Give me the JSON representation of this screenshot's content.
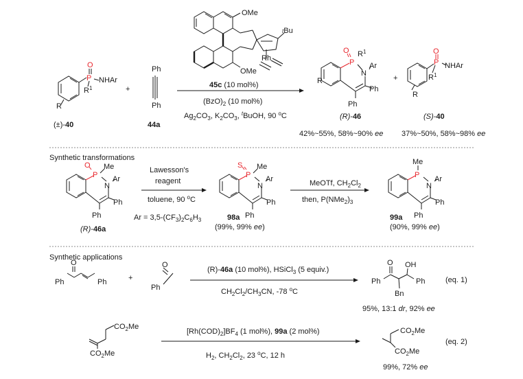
{
  "top": {
    "reactant1": {
      "atom_P": "P",
      "atom_O": "O",
      "atom_N": "NHAr",
      "R1": "R",
      "R1_sup": "1",
      "R": "R",
      "label_pre": "(±)-",
      "label_num": "40"
    },
    "plus1": "+",
    "alkyne": {
      "ph_top": "Ph",
      "ph_bottom": "Ph",
      "label": "44a"
    },
    "catalyst": {
      "ome_top": "OMe",
      "ome_bottom": "OMe",
      "tbu_pre": "t",
      "tbu": "Bu",
      "rh": "Rh"
    },
    "conditions": {
      "cat_label": "45c",
      "cat_loading": " (10 mol%)",
      "oxidant": "(BzO)",
      "oxidant_sub": "2",
      "oxidant_loading": " (10 mol%)",
      "line3_a": "Ag",
      "line3_a_sub": "2",
      "line3_b": "CO",
      "line3_b_sub": "3",
      "line3_c": ", K",
      "line3_c_sub": "2",
      "line3_d": "CO",
      "line3_d_sub": "3",
      "line3_e": ", ",
      "line3_t": "t",
      "line3_f": "BuOH, 90 ",
      "line3_deg": "o",
      "line3_g": "C"
    },
    "product1": {
      "atom_P": "P",
      "atom_O": "O",
      "atom_N": "N",
      "ar": "Ar",
      "R1": "R",
      "R1_sup": "1",
      "R": "R",
      "ph1": "Ph",
      "ph2": "Ph",
      "label_pre": "(R)-",
      "label_num": "46"
    },
    "plus2": "+",
    "product2": {
      "atom_P": "P",
      "atom_O": "O",
      "atom_N": "NHAr",
      "R1": "R",
      "R1_sup": "1",
      "R": "R",
      "label_pre": "(S)-",
      "label_num": "40"
    },
    "yield1": "42%~55%, 58%~90% ",
    "ee1": "ee",
    "yield2": "37%~50%, 58%~98% ",
    "ee2": "ee"
  },
  "transformations": {
    "heading": "Synthetic transformations",
    "sm": {
      "atom_P": "P",
      "atom_O": "O",
      "atom_N": "N",
      "me": "Me",
      "ar": "Ar",
      "ph": "Ph",
      "ph2": "Ph",
      "label_pre": "(R)-",
      "label_num": "46a"
    },
    "ar_def": "Ar = 3,5-(CF",
    "ar_def_sub1": "3",
    "ar_def_mid": ")",
    "ar_def_sub2": "2",
    "ar_def_end": "C",
    "ar_def_sub3": "6",
    "ar_def_tail": "H",
    "ar_def_sub4": "3",
    "step1_line1": "Lawesson's",
    "step1_line2": "reagent",
    "step1_line3": "toluene, 90 ",
    "step1_deg": "o",
    "step1_c": "C",
    "int": {
      "atom_P": "P",
      "atom_S": "S",
      "atom_N": "N",
      "me": "Me",
      "ar": "Ar",
      "ph": "Ph",
      "ph2": "Ph",
      "label": "98a",
      "yield": "(99%, 99% ",
      "ee": "ee",
      "close": ")"
    },
    "step2_line1": "MeOTf, CH",
    "step2_sub1": "2",
    "step2_mid": "Cl",
    "step2_sub2": "2",
    "step2_line2": "then, P(NMe",
    "step2_sub3": "2",
    "step2_end": ")",
    "step2_sub4": "3",
    "prod": {
      "atom_P": "P",
      "atom_N": "N",
      "me": "Me",
      "ar": "Ar",
      "ph": "Ph",
      "ph2": "Ph",
      "label": "99a",
      "yield": "(90%, 99% ",
      "ee": "ee",
      "close": ")"
    }
  },
  "applications": {
    "heading": "Synthetic applications",
    "eq1": {
      "chalcone": {
        "o": "O",
        "ph_left": "Ph",
        "ph_right": "Ph"
      },
      "plus": "+",
      "aldehyde": {
        "o": "O",
        "ph": "Ph"
      },
      "cond_line1_pre": "(R)-",
      "cond_line1_bold": "46a",
      "cond_line1_rest": " (10 mol%), HSiCl",
      "cond_line1_sub": "3",
      "cond_line1_end": " (5 equiv.)",
      "cond_line2_a": "CH",
      "cond_line2_s1": "2",
      "cond_line2_b": "Cl",
      "cond_line2_s2": "2",
      "cond_line2_c": "/CH",
      "cond_line2_s3": "3",
      "cond_line2_d": "CN, -78 ",
      "cond_line2_deg": "o",
      "cond_line2_e": "C",
      "product": {
        "o": "O",
        "oh": "OH",
        "ph_left": "Ph",
        "ph_right": "Ph",
        "bn": "Bn"
      },
      "tag": "(eq. 1)",
      "yield": "95%, 13:1 ",
      "dr": "dr",
      "yield_mid": ", 92% ",
      "ee": "ee"
    },
    "eq2": {
      "sm": {
        "co2me_top": "CO",
        "co2me_top_sub": "2",
        "co2me_top_end": "Me",
        "co2me_bot": "CO",
        "co2me_bot_sub": "2",
        "co2me_bot_end": "Me"
      },
      "cond_line1_a": "[Rh(COD)",
      "cond_line1_s1": "2",
      "cond_line1_b": "]BF",
      "cond_line1_s2": "4",
      "cond_line1_c": " (1 mol%), ",
      "cond_line1_bold": "99a",
      "cond_line1_d": " (2 mol%)",
      "cond_line2_a": "H",
      "cond_line2_s1": "2",
      "cond_line2_b": ", CH",
      "cond_line2_s2": "2",
      "cond_line2_c": "Cl",
      "cond_line2_s3": "2",
      "cond_line2_d": ", 23 ",
      "cond_line2_deg": "o",
      "cond_line2_e": "C, 12 h",
      "product": {
        "co2me_top": "CO",
        "co2me_top_sub": "2",
        "co2me_top_end": "Me",
        "co2me_bot": "CO",
        "co2me_bot_sub": "2",
        "co2me_bot_end": "Me"
      },
      "tag": "(eq. 2)",
      "yield": "99%, 72% ",
      "ee": "ee"
    }
  }
}
